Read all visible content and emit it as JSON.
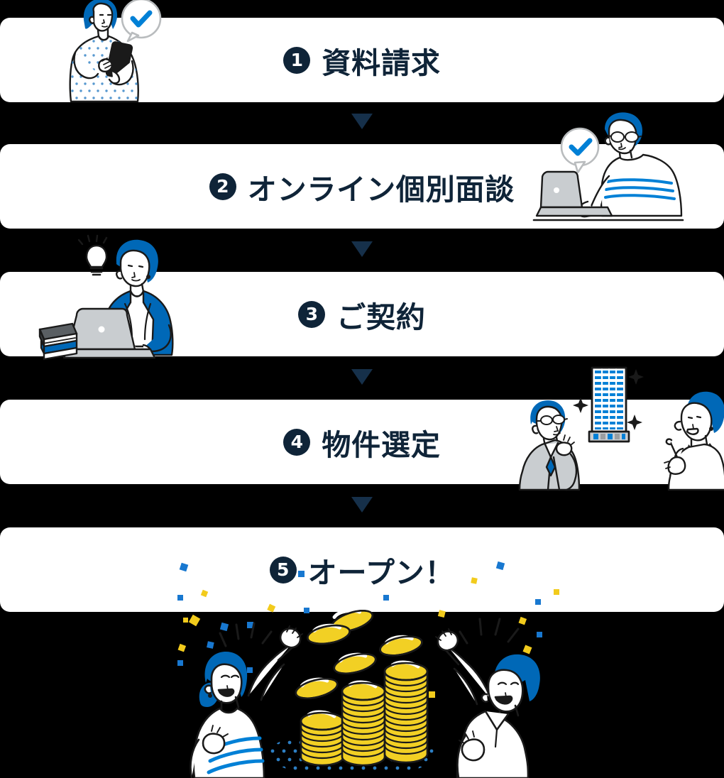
{
  "flow": {
    "type": "vertical-step-flow",
    "accent_color": "#0068b7",
    "text_color": "#0f2438",
    "band_color": "#ffffff",
    "background_color": "#000000",
    "arrow_color": "#16304a",
    "confetti_colors": [
      "#1878d0",
      "#f2cb1c"
    ],
    "coin_color": "#f2d024",
    "steps": [
      {
        "number": "❶",
        "number_plain": "1",
        "title": "資料請求",
        "illustration": "woman-smartphone-check-bubble"
      },
      {
        "number": "❷",
        "number_plain": "2",
        "title": "オンライン個別面談",
        "illustration": "man-laptop-check-bubble"
      },
      {
        "number": "❸",
        "number_plain": "3",
        "title": "ご契約",
        "illustration": "woman-laptop-books-lightbulb"
      },
      {
        "number": "❹",
        "number_plain": "4",
        "title": "物件選定",
        "illustration": "two-people-apartment-building"
      },
      {
        "number": "❺",
        "number_plain": "5",
        "title": "オープン！",
        "illustration": "celebration-coins-confetti"
      }
    ]
  }
}
